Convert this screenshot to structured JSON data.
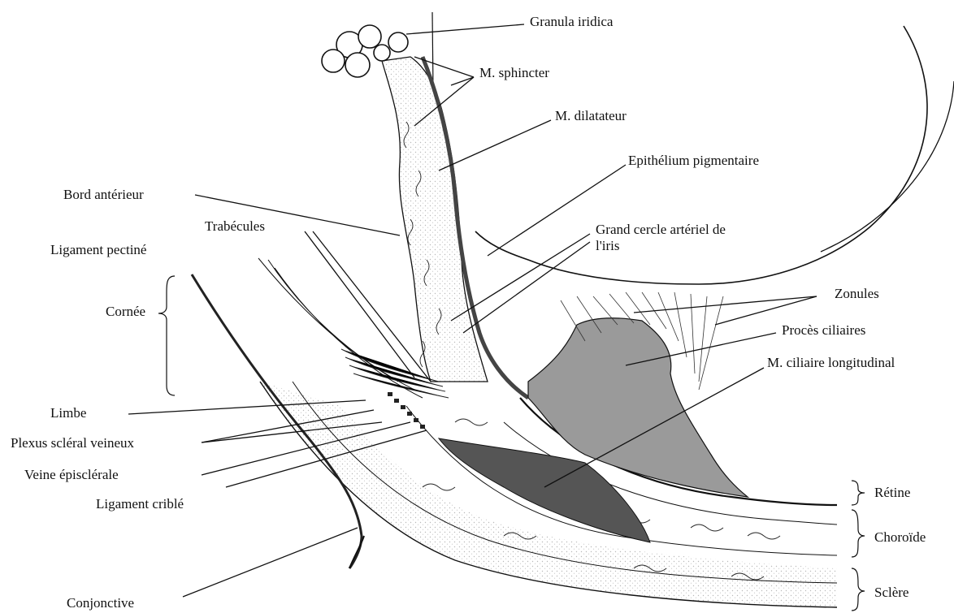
{
  "diagram": {
    "labels": {
      "granula_iridica": "Granula iridica",
      "m_sphincter": "M. sphincter",
      "m_dilatateur": "M. dilatateur",
      "epithelium_pigmentaire": "Epithélium pigmentaire",
      "bord_anterieur": "Bord antérieur",
      "trabecules": "Trabécules",
      "grand_cercle_line1": "Grand cercle artériel de",
      "grand_cercle_line2": "l'iris",
      "ligament_pectine": "Ligament pectiné",
      "cornee": "Cornée",
      "zonules": "Zonules",
      "proces_ciliaires": "Procès ciliaires",
      "m_ciliaire_longitudinal": "M. ciliaire longitudinal",
      "limbe": "Limbe",
      "plexus_scleral_veineux": "Plexus scléral veineux",
      "veine_episclerale": "Veine épisclérale",
      "ligament_crible": "Ligament criblé",
      "retine": "Rétine",
      "choroide": "Choroïde",
      "sclere": "Sclère",
      "conjonctive": "Conjonctive"
    },
    "colors": {
      "ink": "#111111",
      "ciliary_process": "#9a9a9a",
      "ciliary_muscle": "#555555",
      "stipple": "#d4d4d4",
      "pigment": "#444444"
    }
  }
}
